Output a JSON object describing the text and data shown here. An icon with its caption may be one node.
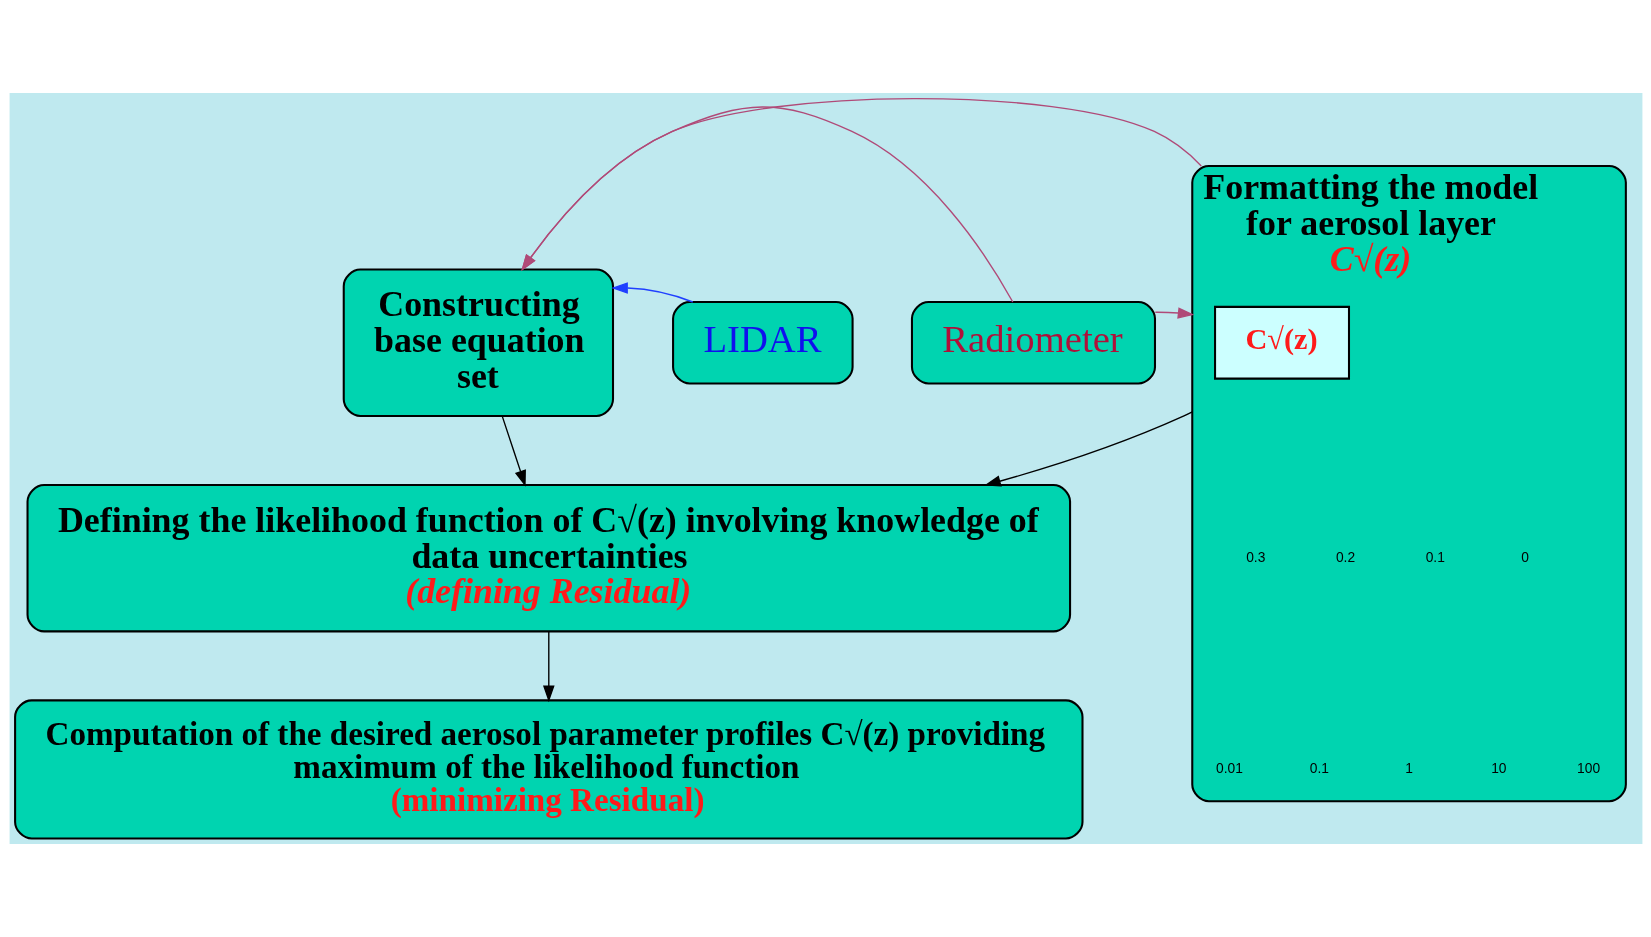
{
  "diagram": {
    "nodes": [
      {
        "text": [
          "Constructing base equation set"
        ]
      },
      {
        "text": [
          "LIDAR"
        ]
      },
      {
        "text": [
          "Radiometer"
        ]
      },
      {
        "text": [
          "Formatting the model for aerosol layer",
          "C√(z)"
        ]
      },
      {
        "text": [
          "C√(z)"
        ],
        "in": 3
      },
      {
        "text": [
          "Defining the likelihood function of C√(z) involving knowledge of data uncertainties",
          "(defining Residual)"
        ]
      },
      {
        "text": [
          "Computation of the desired aerosol parameter profiles C√(z) providing maximum of the likelihood function",
          "(minimizing Residual)"
        ]
      }
    ],
    "edges": [
      {
        "from": 1,
        "to": 0,
        "arrow": "to",
        "color": "#1f3fff"
      },
      {
        "from": 2,
        "to": 0,
        "arrow": "to",
        "color": "#b04a78"
      },
      {
        "from": 2,
        "to": 3,
        "arrow": "to",
        "color": "#b04a78"
      },
      {
        "from": 3,
        "to": 0,
        "arrow": "to",
        "color": "#b04a78"
      },
      {
        "from": 0,
        "to": 5,
        "arrow": "to",
        "color": "#000000"
      },
      {
        "from": 3,
        "to": 5,
        "arrow": "to",
        "color": "#000000"
      },
      {
        "from": 5,
        "to": 6,
        "arrow": "to",
        "color": "#000000"
      }
    ],
    "labels": [
      "0.3",
      "0.2",
      "0.1",
      "0",
      "0.01",
      "0.1",
      "1",
      "10",
      "100"
    ]
  }
}
